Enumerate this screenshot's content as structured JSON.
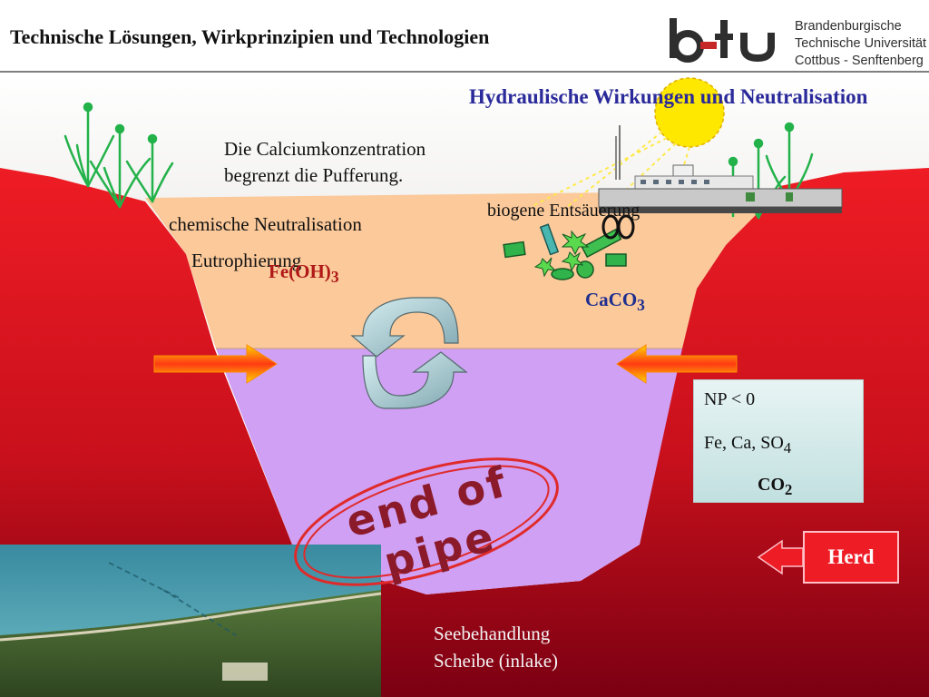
{
  "header": {
    "title": "Technische Lösungen, Wirkprinzipien und Technologien",
    "logo_mark": "b-tu",
    "logo_lines": [
      "Brandenburgische",
      "Technische Universität",
      "Cottbus - Senftenberg"
    ]
  },
  "diagram": {
    "subtitle": "Hydraulische Wirkungen und Neutralisation",
    "calcium_lines": [
      "Die Calciumkonzentration",
      "begrenzt die Pufferung."
    ],
    "biogene": "biogene Entsäuerung",
    "chemische": "chemische Neutralisation",
    "eutrophierung": "Eutrophierung",
    "feoh": {
      "main": "Fe(OH)",
      "sub": "3"
    },
    "caco3": {
      "main": "CaCO",
      "sub": "3"
    },
    "infobox": {
      "np": "NP < 0",
      "ions": {
        "main": "Fe, Ca, SO",
        "sub": "4"
      },
      "co2": {
        "main": "CO",
        "sub": "2"
      }
    },
    "herd": "Herd",
    "end_of_pipe": "end of pipe",
    "seebehandlung_lines": [
      "Seebehandlung",
      "Scheibe (inlake)"
    ]
  },
  "colors": {
    "ground_red": "#ee1c24",
    "ground_dark": "#8a0014",
    "upper_water": "#fbc99a",
    "lower_water": "#cfa0f4",
    "sun": "#ffe800",
    "accent_blue": "#2a2a9a",
    "accent_red": "#b01818"
  }
}
